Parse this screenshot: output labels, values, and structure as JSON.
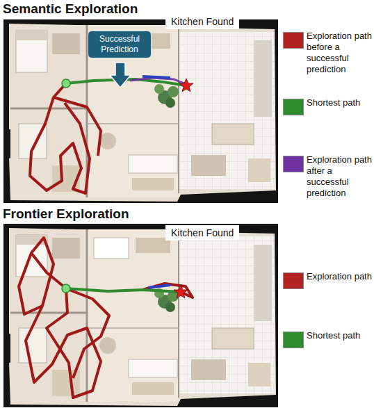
{
  "diagram": {
    "nodes": [
      {
        "text": [
          "Successful Prediction"
        ]
      }
    ],
    "labels": [
      "Semantic Exploration",
      "Kitchen Found",
      "Frontier Exploration",
      "Kitchen Found"
    ],
    "legend": [
      {
        "text": "Exploration path before a successful prediction",
        "color": "#b22222"
      },
      {
        "text": "Shortest path",
        "color": "#2e8b2e"
      },
      {
        "text": "Exploration path after a successful prediction",
        "color": "#7030a0"
      },
      {
        "text": "Exploration path",
        "color": "#b22222"
      },
      {
        "text": "Shortest path",
        "color": "#2e8b2e"
      }
    ]
  }
}
